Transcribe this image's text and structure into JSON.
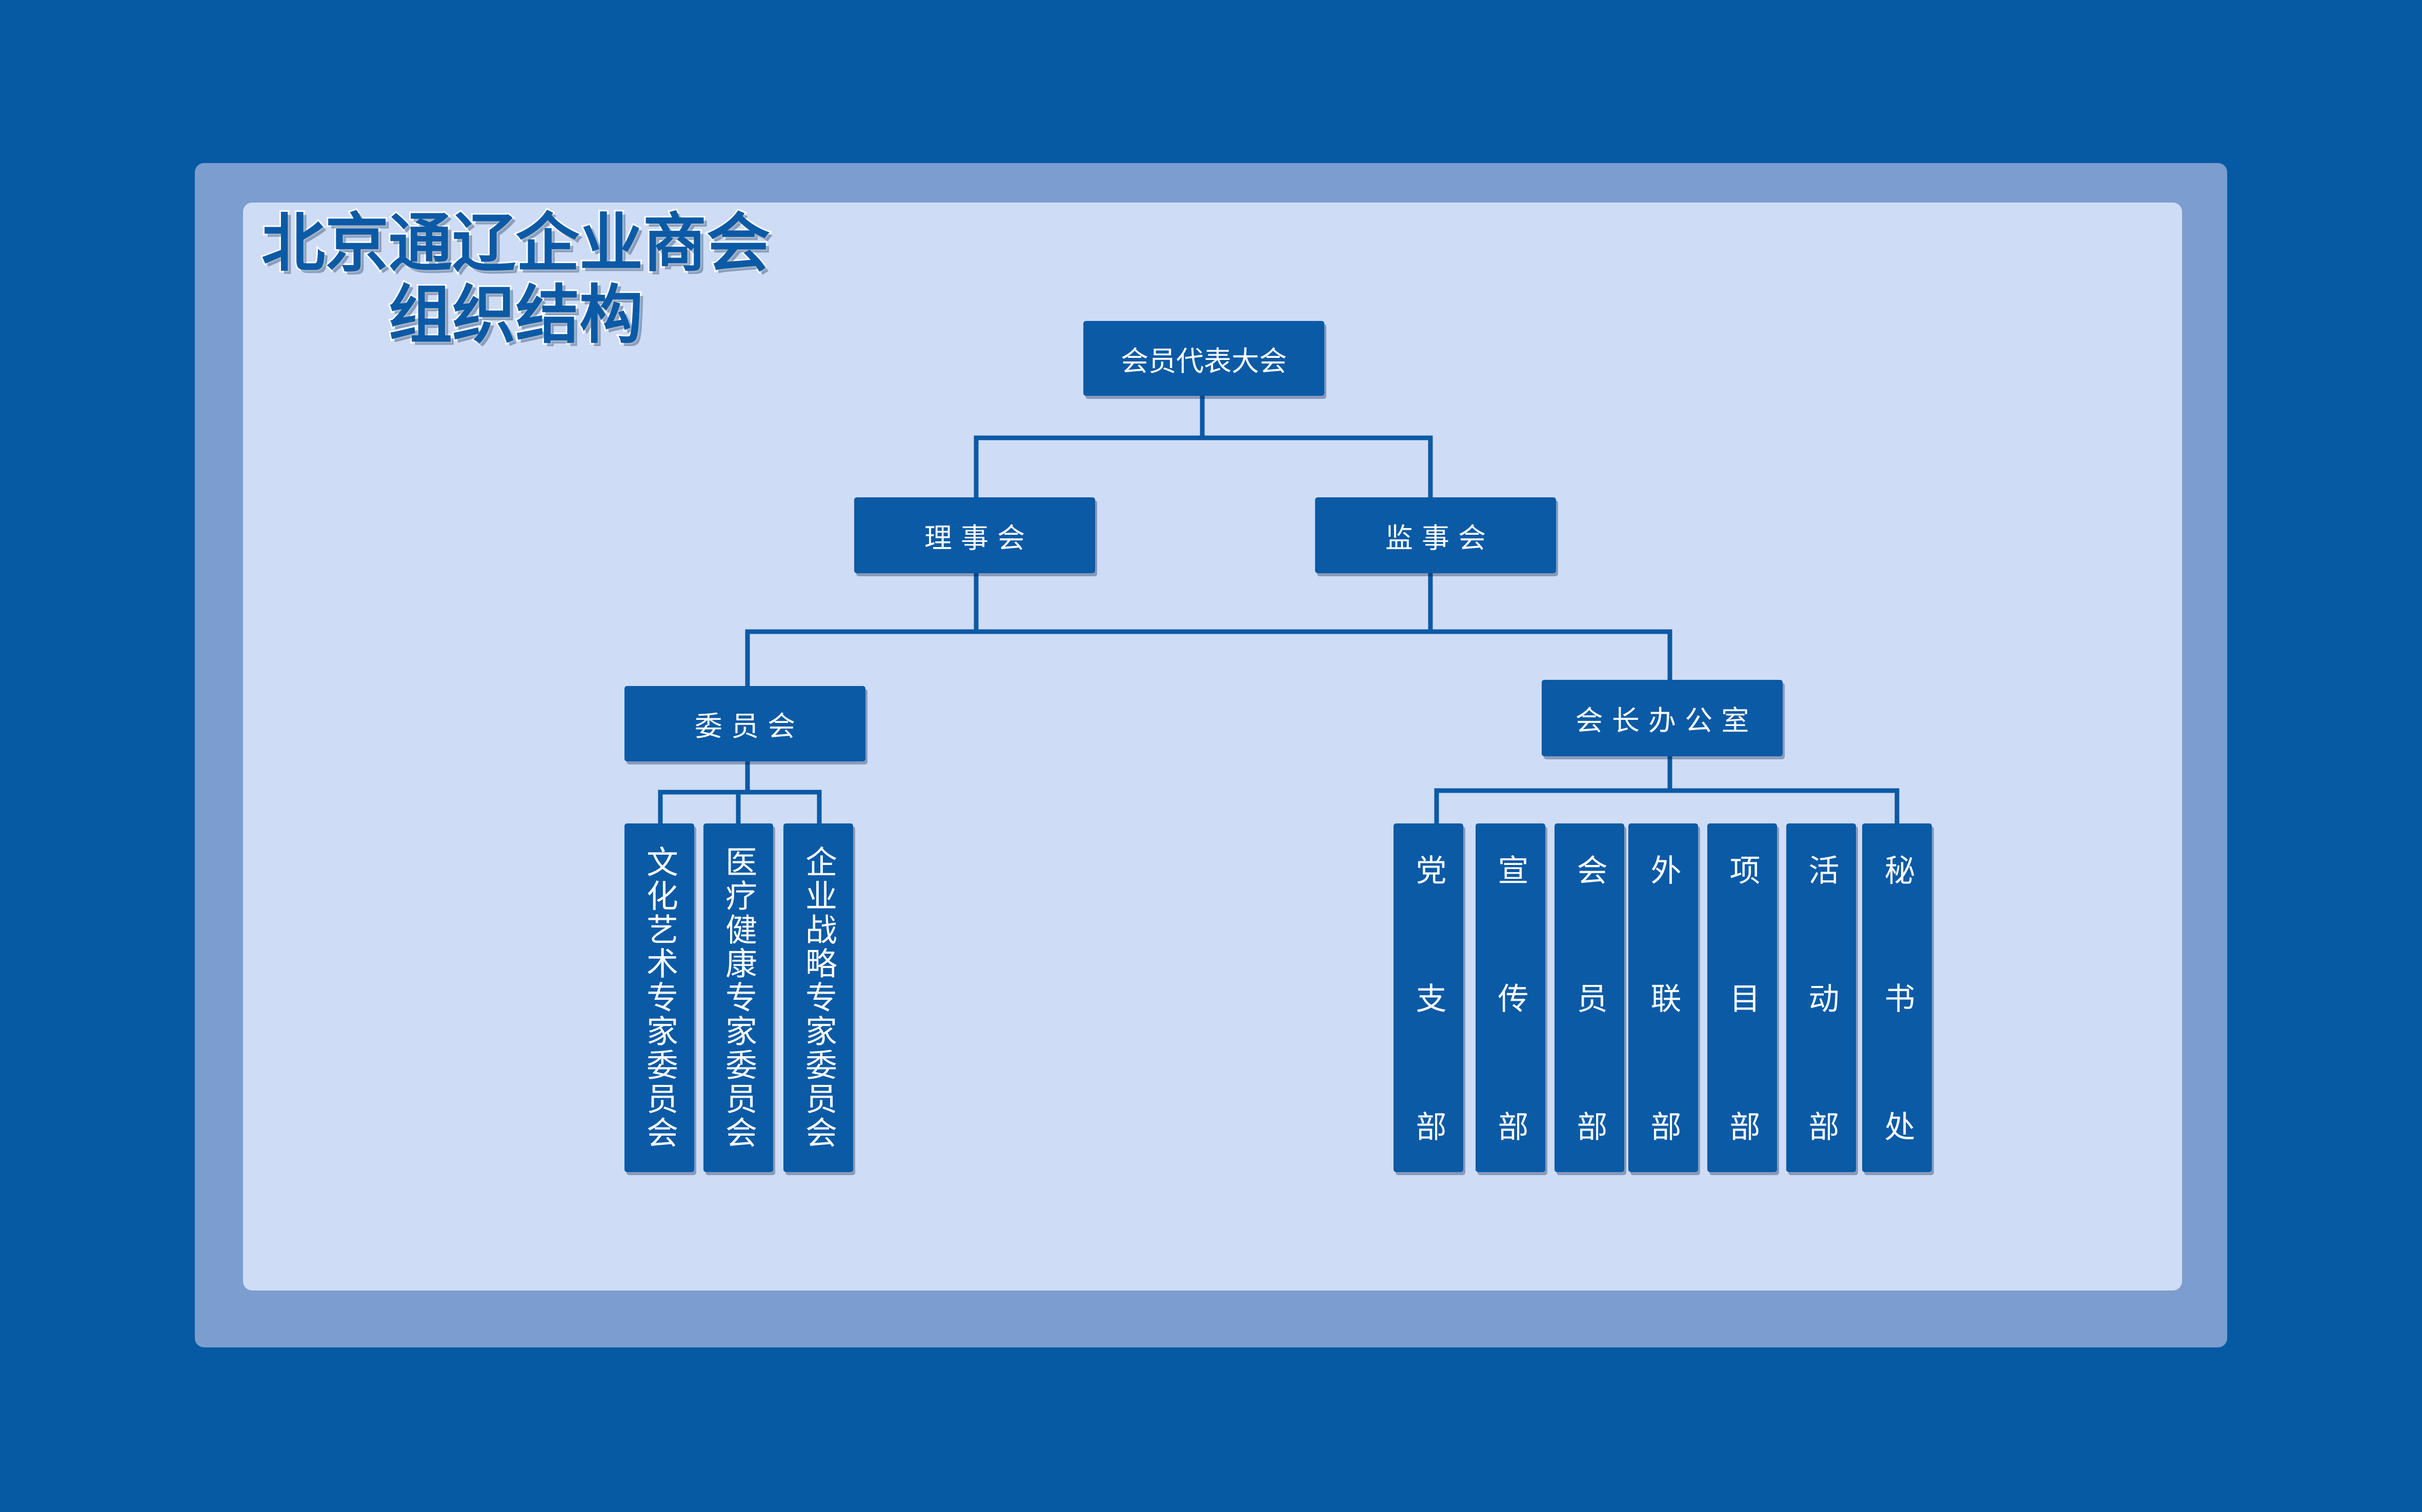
{
  "title": {
    "line1": "北京通辽企业商会",
    "line2": "组织结构"
  },
  "nodes": {
    "assembly": "会员代表大会",
    "council": "理 事 会",
    "supervisory": "监 事 会",
    "committee": "委 员 会",
    "president_office": "会 长 办 公 室"
  },
  "committees": [
    "文化艺术专家委员会",
    "医疗健康专家委员会",
    "企业战略专家委员会"
  ],
  "departments": [
    [
      "党",
      "支",
      "部"
    ],
    [
      "宣",
      "传",
      "部"
    ],
    [
      "会",
      "员",
      "部"
    ],
    [
      "外",
      "联",
      "部"
    ],
    [
      "项",
      "目",
      "部"
    ],
    [
      "活",
      "动",
      "部"
    ],
    [
      "秘",
      "书",
      "处"
    ]
  ],
  "colors": {
    "background": "#055aa3",
    "frame": "#7b9dd0",
    "panel": "#cfdcf5",
    "box": "#0b5aa6",
    "line": "#0b5aa6"
  }
}
